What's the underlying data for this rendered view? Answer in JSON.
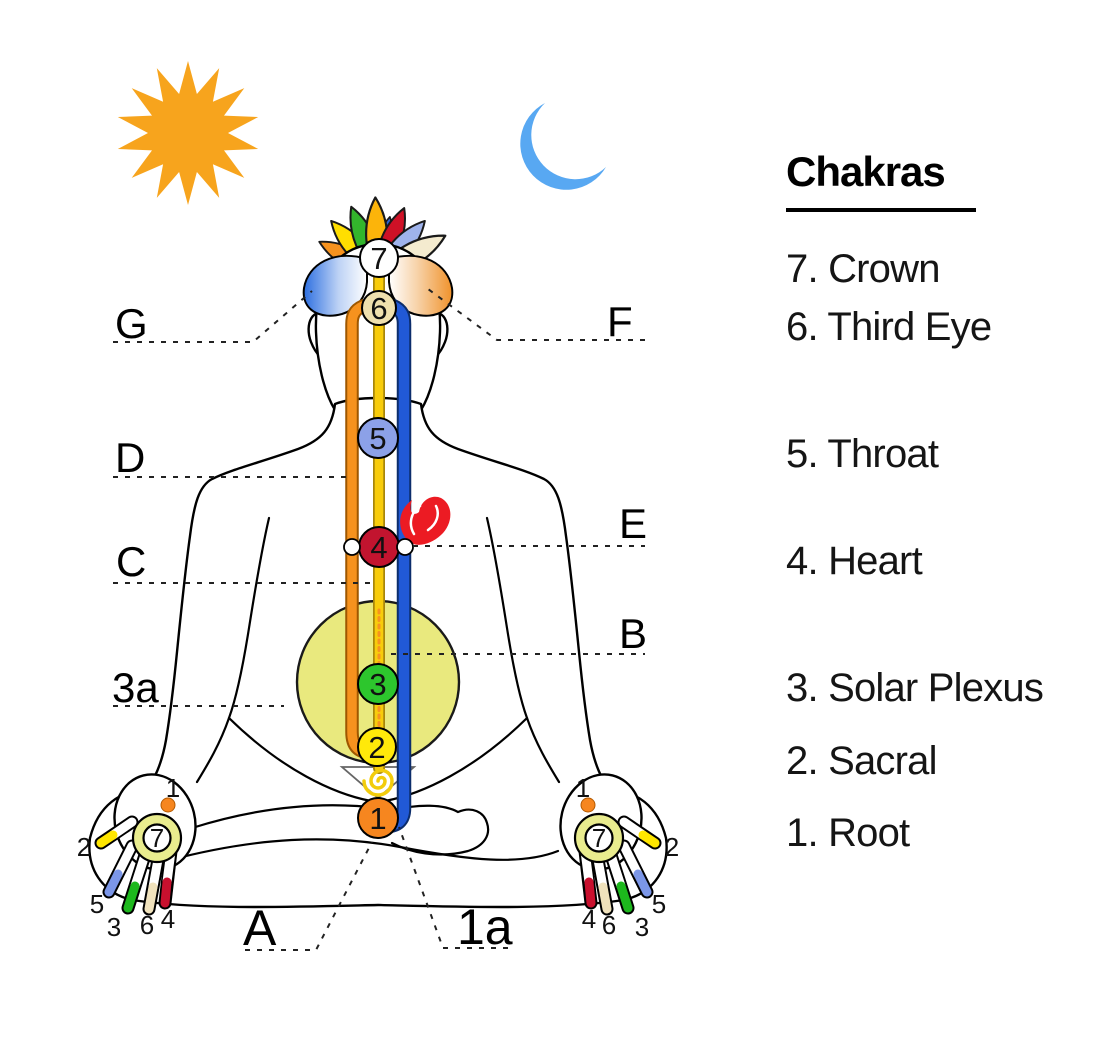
{
  "legend": {
    "title": "Chakras",
    "items": [
      {
        "label": "7. Crown"
      },
      {
        "label": "6. Third Eye"
      },
      {
        "label": "5. Throat"
      },
      {
        "label": "4. Heart"
      },
      {
        "label": "3. Solar Plexus"
      },
      {
        "label": "2. Sacral"
      },
      {
        "label": "1. Root"
      }
    ]
  },
  "pointer_labels": {
    "g": "G",
    "f": "F",
    "d": "D",
    "c": "C",
    "e": "E",
    "b": "B",
    "a": "A",
    "label_1a": "1a",
    "label_3a": "3a"
  },
  "chakra_numbers": [
    "7",
    "6",
    "5",
    "4",
    "3",
    "2",
    "1"
  ],
  "hands": {
    "palm_label": "7",
    "dot_label": "1",
    "thumb_label": "2",
    "index_label": "5",
    "middle_label": "3",
    "ring_label": "6",
    "pinky_label": "4"
  },
  "icons": {
    "sun": "sun-icon",
    "moon": "moon-icon",
    "flame": "flame-icon",
    "spiral": "kundalini-spiral-icon",
    "lotus": "lotus-petals-icon"
  },
  "colors": {
    "sun": "#F7A41D",
    "moon": "#58A8F2",
    "channel_left_orange": "#F6921E",
    "channel_center_yellow": "#F8CC0B",
    "channel_right_blue": "#2159D6",
    "chakra_7_crown": "#FFFFFF",
    "chakra_6_third_eye": "#EFE0AE",
    "chakra_5_throat": "#8CA1E8",
    "chakra_4_heart": "#C2142F",
    "chakra_3_solar_plexus": "#2DC62D",
    "chakra_2_sacral": "#FFE90A",
    "chakra_1_root": "#F6861F",
    "solar_plexus_aura": "#E9E97E",
    "flame": "#EC1B23",
    "palm_ring": "#E9EC8E"
  }
}
